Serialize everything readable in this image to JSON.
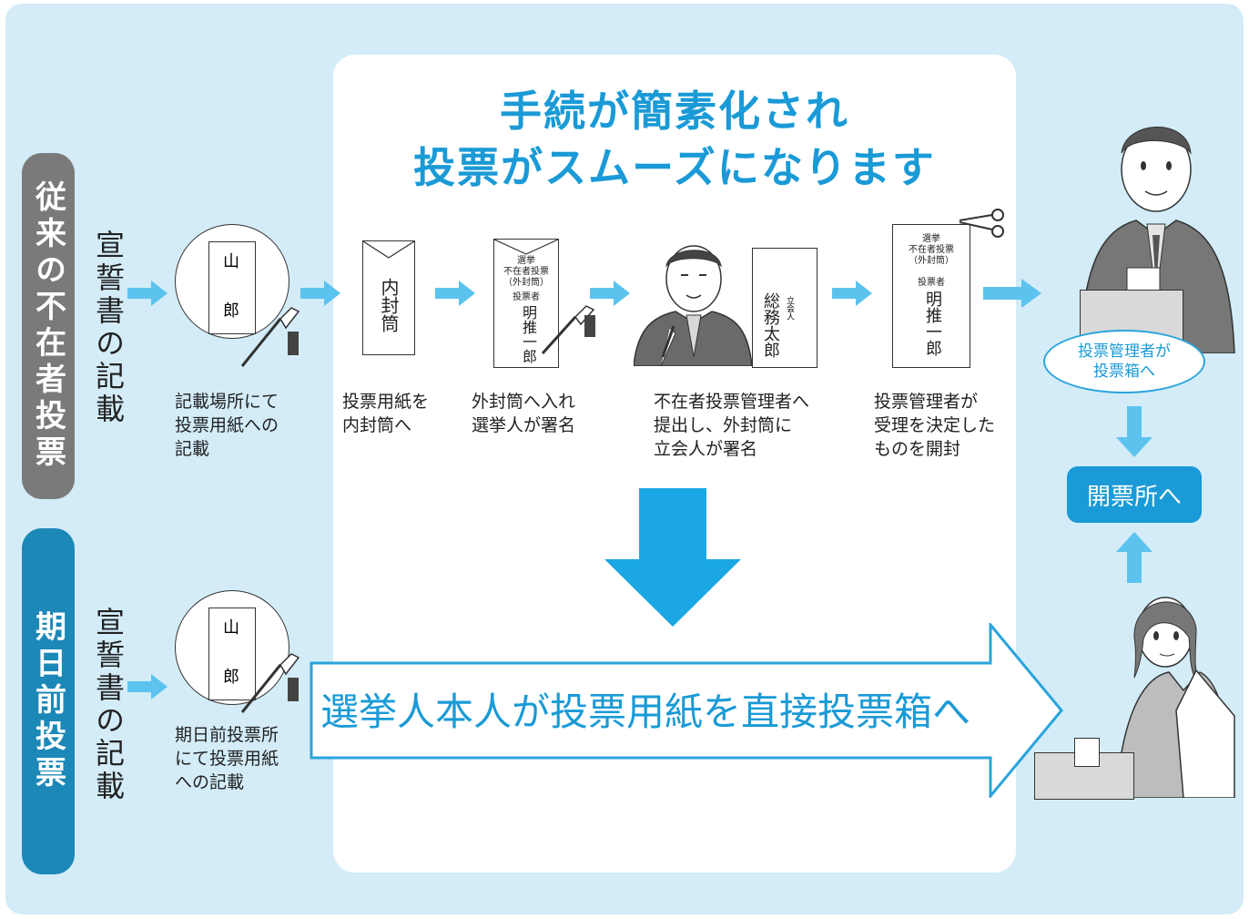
{
  "title": {
    "line1": "手続が簡素化され",
    "line2": "投票がスムーズになります"
  },
  "rows": {
    "conventional": {
      "label": "従来の不在者投票",
      "declaration": "宣誓書の記載",
      "ballot_chars": [
        "山",
        "郎"
      ],
      "steps": [
        {
          "caption": "記載場所にて\n投票用紙への\n記載"
        },
        {
          "caption": "投票用紙を\n内封筒へ",
          "envelope_text": "内封筒"
        },
        {
          "caption": "外封筒へ入れ\n選挙人が署名",
          "env_header": "選挙\n不在者投票\n（外封筒）",
          "voter_label": "投票者",
          "voter_name": "明推一郎"
        },
        {
          "caption": "不在者投票管理者へ\n提出し、外封筒に\n立会人が署名",
          "witness_label": "立会人",
          "witness_name": "総務太郎"
        },
        {
          "caption": "投票管理者が\n受理を決定した\nものを開封",
          "env_header": "選挙\n不在者投票\n（外封筒）",
          "voter_label": "投票者",
          "voter_name": "明推一郎"
        }
      ],
      "manager_oval": "投票管理者が\n投票箱へ"
    },
    "early": {
      "label": "期日前投票",
      "declaration": "宣誓書の記載",
      "ballot_chars": [
        "山",
        "郎"
      ],
      "caption": "期日前投票所\nにて投票用紙\nへの記載",
      "big_arrow_text": "選挙人本人が投票用紙を直接投票箱へ"
    }
  },
  "counting_station": "開票所へ",
  "colors": {
    "outer_bg": "#d3ecf8",
    "accent": "#1a9ad6",
    "arrow": "#5cc3ee",
    "gray_bar": "#7a7a7a",
    "blue_bar": "#1c88b8"
  },
  "icons": [
    "pen-icon",
    "scissors-icon",
    "ballot-box-icon",
    "person-icon"
  ]
}
